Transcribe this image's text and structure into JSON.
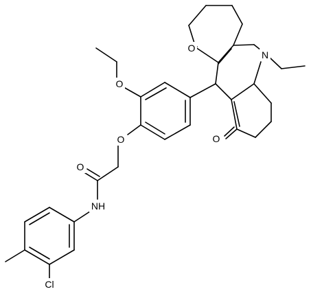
{
  "molecule": {
    "atom_labels": {
      "o_ketone_top": "O",
      "n_ring": "N",
      "o_ethoxy": "O",
      "o_ether": "O",
      "o_ketone_bottom": "O",
      "o_amide": "O",
      "nh_amide": "NH",
      "cl": "Cl"
    }
  }
}
